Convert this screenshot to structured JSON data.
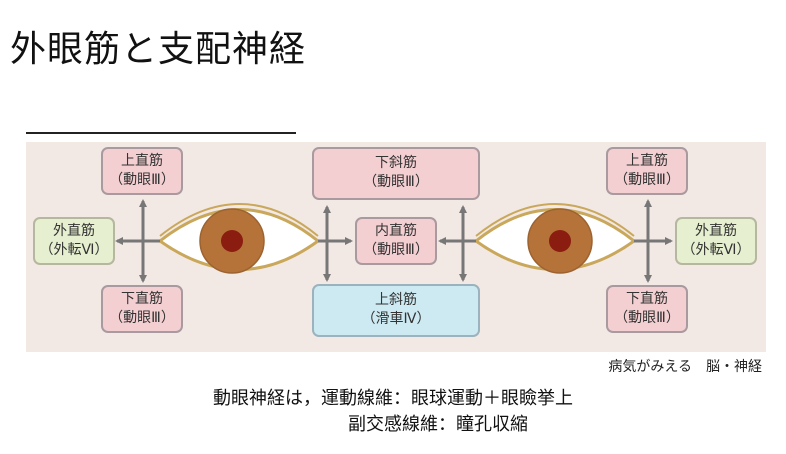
{
  "title": "外眼筋と支配神経",
  "diagram": {
    "left_eye": {
      "sup_rectus": {
        "name": "上直筋",
        "nerve": "（動眼Ⅲ）"
      },
      "lat_rectus": {
        "name": "外直筋",
        "nerve": "（外転Ⅵ）"
      },
      "inf_rectus": {
        "name": "下直筋",
        "nerve": "（動眼Ⅲ）"
      }
    },
    "center": {
      "inf_oblique": {
        "name": "下斜筋",
        "nerve": "（動眼Ⅲ）"
      },
      "med_rectus": {
        "name": "内直筋",
        "nerve": "（動眼Ⅲ）"
      },
      "sup_oblique": {
        "name": "上斜筋",
        "nerve": "（滑車Ⅳ）"
      }
    },
    "right_eye": {
      "sup_rectus": {
        "name": "上直筋",
        "nerve": "（動眼Ⅲ）"
      },
      "lat_rectus": {
        "name": "外直筋",
        "nerve": "（外転Ⅵ）"
      },
      "inf_rectus": {
        "name": "下直筋",
        "nerve": "（動眼Ⅲ）"
      }
    },
    "colors": {
      "pink_box": "#f3cfd2",
      "green_box": "#e6efcf",
      "blue_box": "#cde9f2",
      "iris": "#b5733a",
      "pupil": "#8a1c10",
      "arrow": "#777777"
    }
  },
  "source": "病気がみえる　脳・神経",
  "summary": {
    "line1": "動眼神経は，運動線維：眼球運動＋眼瞼挙上",
    "line2": "副交感線維：瞳孔収縮"
  }
}
